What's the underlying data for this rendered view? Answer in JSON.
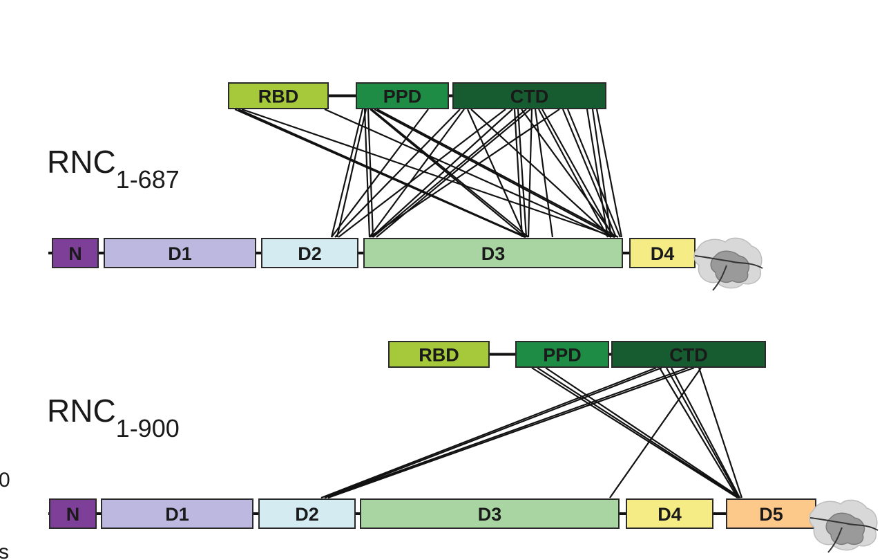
{
  "colors": {
    "N": "#7d3f98",
    "D1": "#bdb8e0",
    "D2": "#d4ebf2",
    "D3": "#a8d5a2",
    "D4": "#f5ec86",
    "D5": "#fdc98a",
    "RBD": "#a5c93a",
    "PPD": "#1f8c45",
    "CTD": "#165c30",
    "ribosome": "#9a9a9a"
  },
  "panels": [
    {
      "id": "rnc-687",
      "title_main": "RNC",
      "title_sub": "1-687",
      "bottom_domains": [
        "N",
        "D1",
        "D2",
        "D3",
        "D4"
      ],
      "top_domains": [
        "RBD",
        "PPD",
        "CTD"
      ]
    },
    {
      "id": "rnc-900",
      "title_main": "RNC",
      "title_sub": "1-900",
      "bottom_domains": [
        "N",
        "D1",
        "D2",
        "D3",
        "D4",
        "D5"
      ],
      "top_domains": [
        "RBD",
        "PPD",
        "CTD"
      ]
    }
  ],
  "edge_fragments": [
    "0",
    "s"
  ]
}
